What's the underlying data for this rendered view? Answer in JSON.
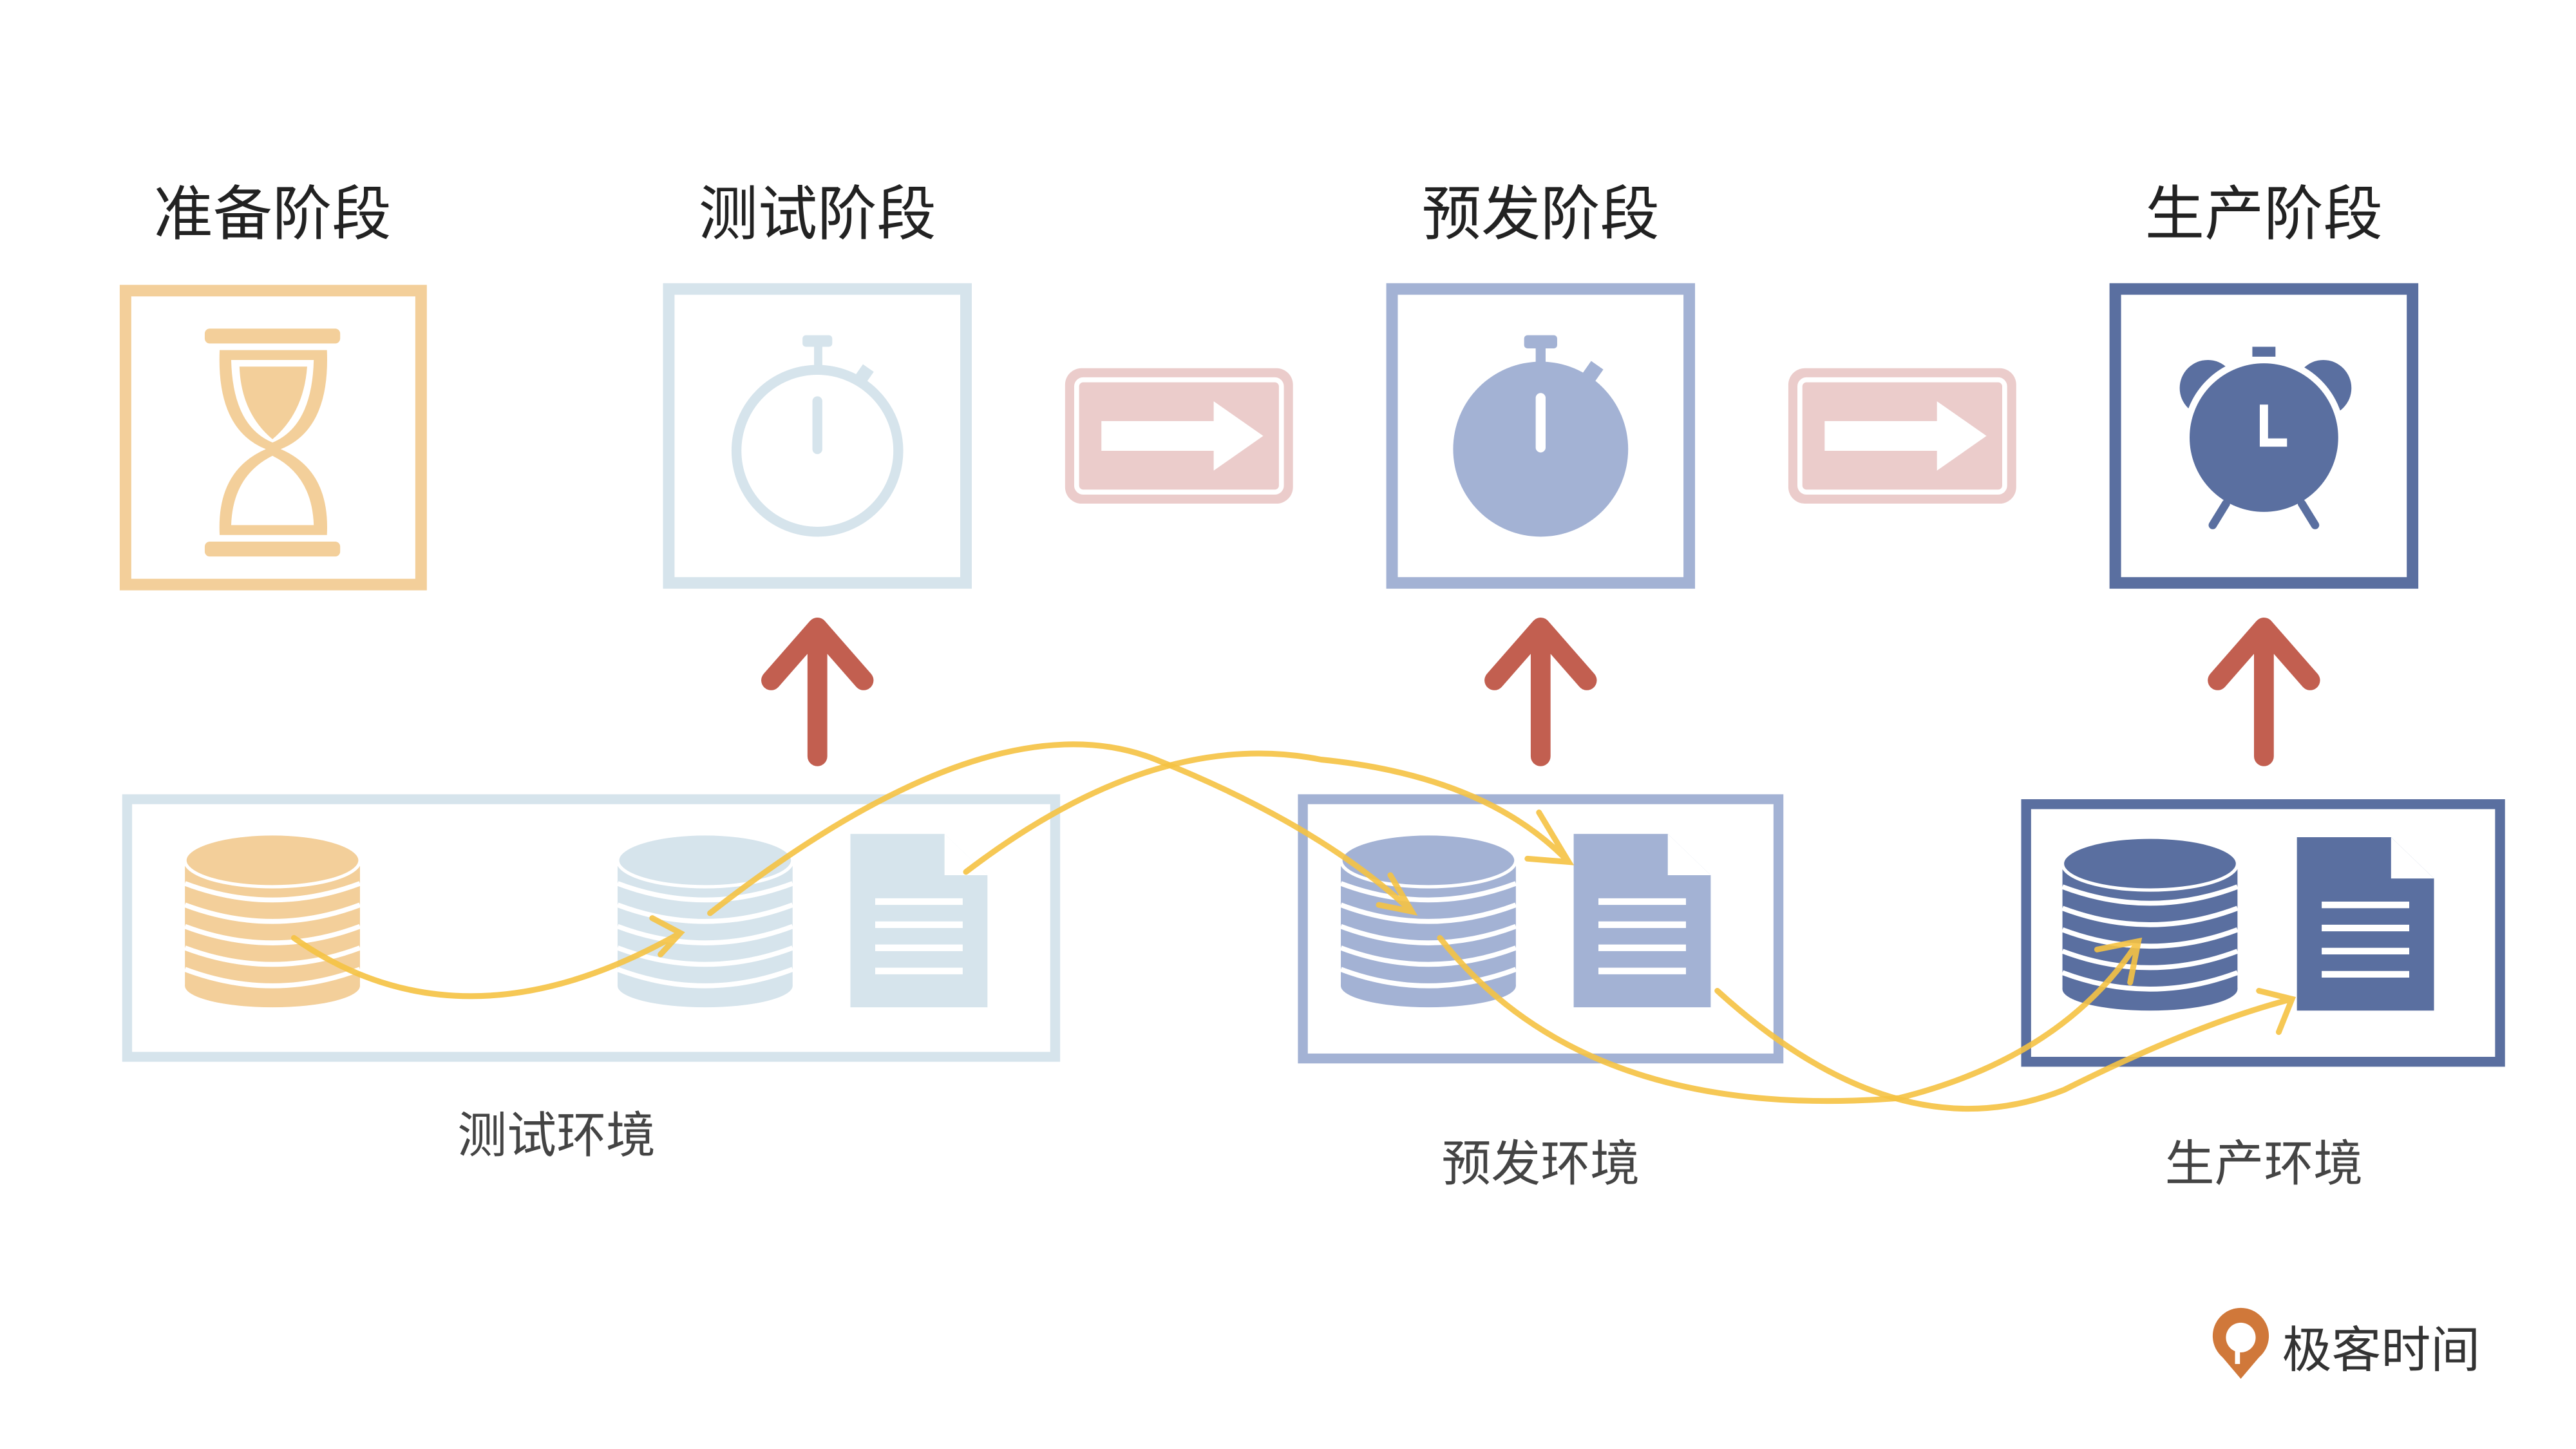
{
  "stages": [
    {
      "title": "准备阶段",
      "icon": "hourglass-icon",
      "color": "#f3cf9a"
    },
    {
      "title": "测试阶段",
      "icon": "stopwatch-outline-icon",
      "color": "#d6e4ec"
    },
    {
      "title": "预发阶段",
      "icon": "stopwatch-filled-icon",
      "color": "#a3b2d4"
    },
    {
      "title": "生产阶段",
      "icon": "alarm-clock-icon",
      "color": "#5a6fa0"
    }
  ],
  "environments": [
    {
      "label": "测试环境",
      "color": "#d6e4ec"
    },
    {
      "label": "预发环境",
      "color": "#a3b2d4"
    },
    {
      "label": "生产环境",
      "color": "#5a6fa0"
    }
  ],
  "colors": {
    "arrow_up": "#c25f50",
    "arrow_right_box": "#ebcccb",
    "flow_curve": "#f5c242",
    "prep_db": "#f3cf9a"
  },
  "logo": {
    "text": "极客时间",
    "color": "#d0783a"
  }
}
